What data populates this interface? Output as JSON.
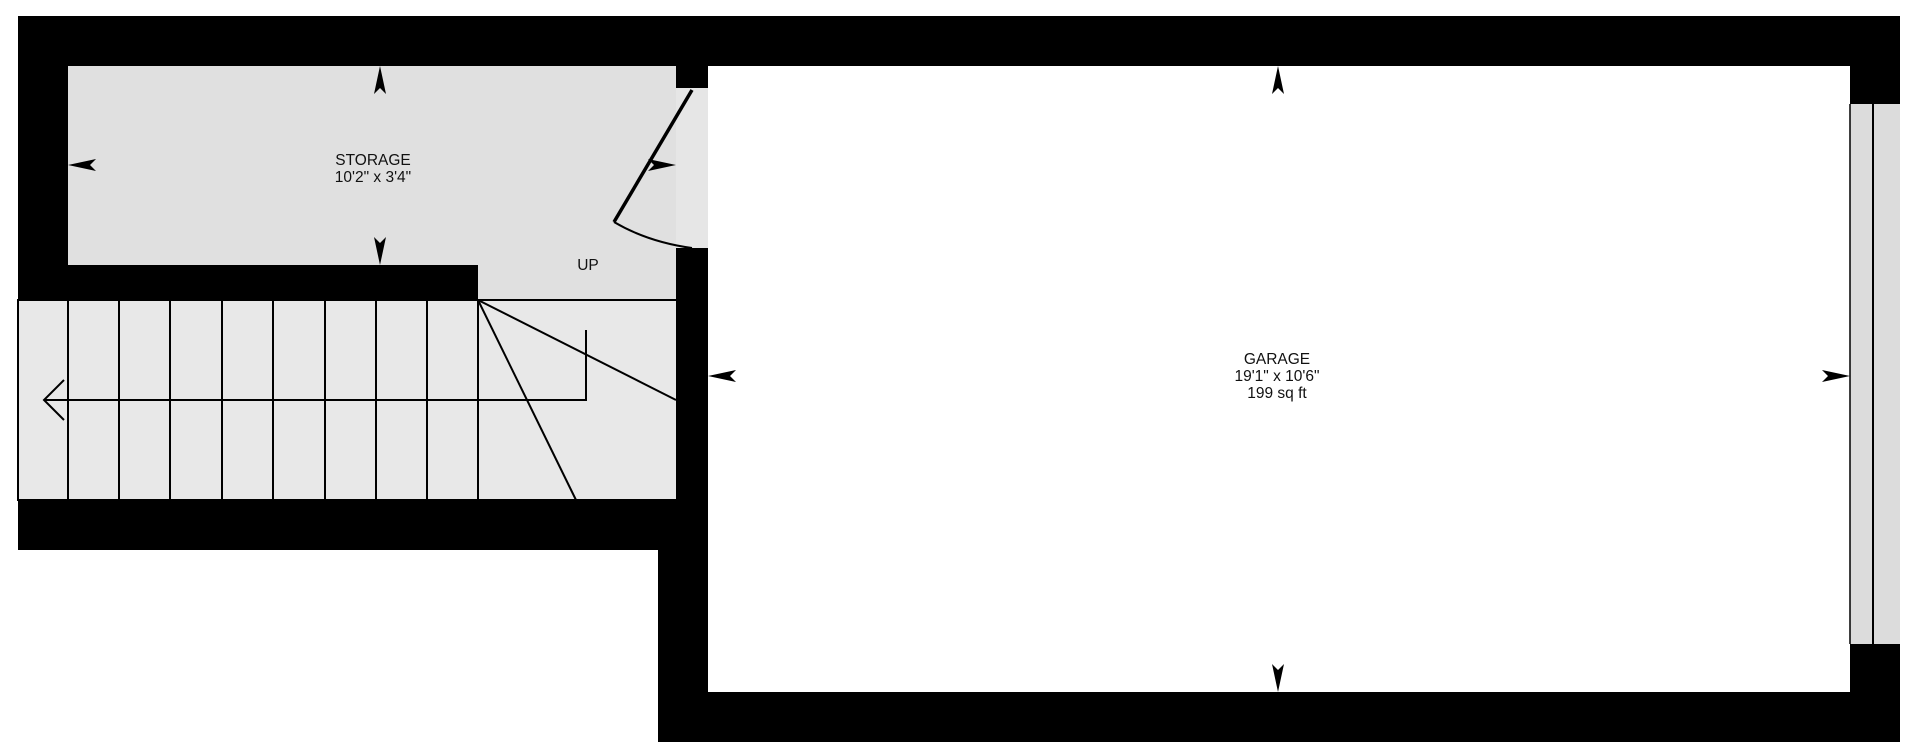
{
  "rooms": {
    "storage": {
      "name": "STORAGE",
      "dimensions": "10'2\" x 3'4\""
    },
    "garage": {
      "name": "GARAGE",
      "dimensions": "19'1\" x 10'6\"",
      "area": "199 sq ft"
    }
  },
  "stairs": {
    "direction_label": "UP",
    "step_count": 9
  },
  "colors": {
    "wall": "#000000",
    "storage_floor": "#e0e0e0",
    "garage_floor": "#ffffff",
    "stair_floor": "#e8e8e8"
  }
}
